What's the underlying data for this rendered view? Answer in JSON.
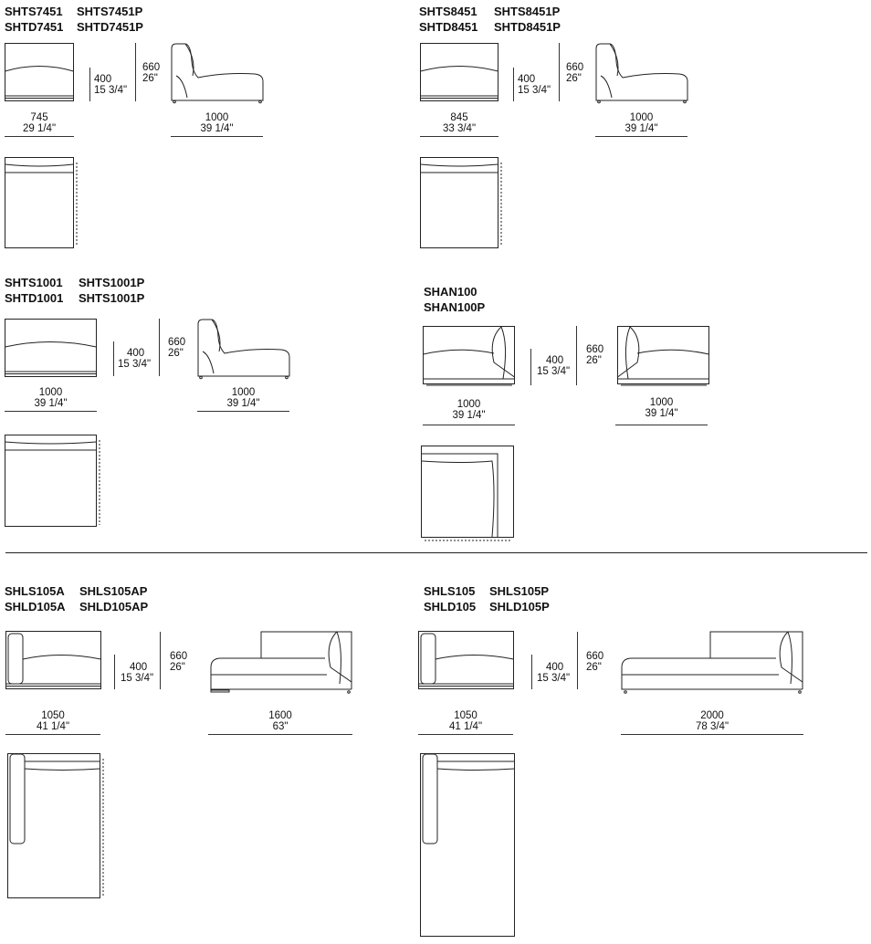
{
  "sections": [
    {
      "codes": [
        "SHTS7451",
        "SHTS7451P",
        "SHTD7451",
        "SHTD7451P"
      ],
      "width_mm": "745",
      "width_in": "29 1/4\"",
      "seat_height_mm": "400",
      "seat_height_in": "15 3/4\"",
      "height_mm": "660",
      "height_in": "26\"",
      "depth_mm": "1000",
      "depth_in": "39 1/4\""
    },
    {
      "codes": [
        "SHTS8451",
        "SHTS8451P",
        "SHTD8451",
        "SHTD8451P"
      ],
      "width_mm": "845",
      "width_in": "33 3/4\"",
      "seat_height_mm": "400",
      "seat_height_in": "15 3/4\"",
      "height_mm": "660",
      "height_in": "26\"",
      "depth_mm": "1000",
      "depth_in": "39 1/4\""
    },
    {
      "codes": [
        "SHTS1001",
        "SHTS1001P",
        "SHTD1001",
        "SHTS1001P"
      ],
      "width_mm": "1000",
      "width_in": "39 1/4\"",
      "seat_height_mm": "400",
      "seat_height_in": "15 3/4\"",
      "height_mm": "660",
      "height_in": "26\"",
      "depth_mm": "1000",
      "depth_in": "39 1/4\""
    },
    {
      "codes": [
        "SHAN100",
        "SHAN100P"
      ],
      "width_mm": "1000",
      "width_in": "39 1/4\"",
      "seat_height_mm": "400",
      "seat_height_in": "15 3/4\"",
      "height_mm": "660",
      "height_in": "26\"",
      "depth_mm": "1000",
      "depth_in": "39 1/4\""
    },
    {
      "codes": [
        "SHLS105A",
        "SHLS105AP",
        "SHLD105A",
        "SHLD105AP"
      ],
      "width_mm": "1050",
      "width_in": "41 1/4\"",
      "seat_height_mm": "400",
      "seat_height_in": "15 3/4\"",
      "height_mm": "660",
      "height_in": "26\"",
      "depth_mm": "1600",
      "depth_in": "63\""
    },
    {
      "codes": [
        "SHLS105",
        "SHLS105P",
        "SHLD105",
        "SHLD105P"
      ],
      "width_mm": "1050",
      "width_in": "41 1/4\"",
      "seat_height_mm": "400",
      "seat_height_in": "15 3/4\"",
      "height_mm": "660",
      "height_in": "26\"",
      "depth_mm": "2000",
      "depth_in": "78 3/4\""
    }
  ]
}
